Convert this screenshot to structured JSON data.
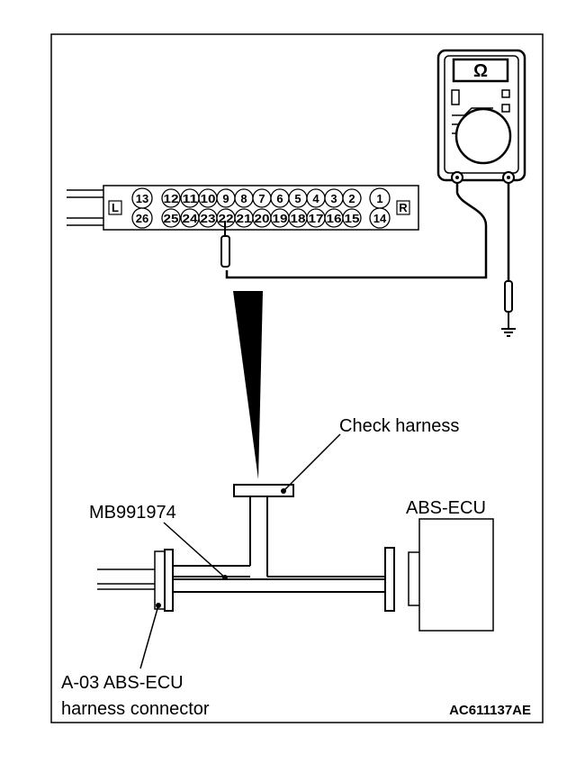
{
  "labels": {
    "check_harness": "Check harness",
    "mb_part": "MB991974",
    "ecu": "ABS-ECU",
    "connector_line1": "A-03 ABS-ECU",
    "connector_line2": "harness connector",
    "figure_code": "AC611137AE"
  },
  "connector": {
    "left_marker": "L",
    "right_marker": "R",
    "top_pins": [
      "13",
      "12",
      "11",
      "10",
      "9",
      "8",
      "7",
      "6",
      "5",
      "4",
      "3",
      "2",
      "1"
    ],
    "bottom_pins": [
      "26",
      "25",
      "24",
      "23",
      "22",
      "21",
      "20",
      "19",
      "18",
      "17",
      "16",
      "15",
      "14"
    ]
  },
  "meter": {
    "symbol": "Ω"
  }
}
